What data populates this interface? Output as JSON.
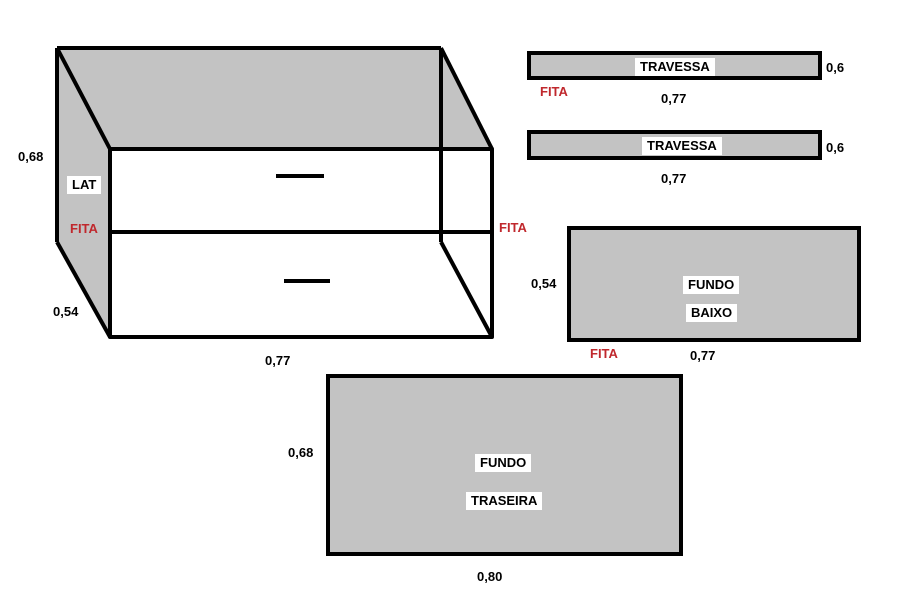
{
  "cabinet": {
    "height": "0,68",
    "depth": "0,54",
    "width": "0,77",
    "side_label": "LAT",
    "tape_left": "FITA",
    "tape_right": "FITA"
  },
  "crossbar_top": {
    "label": "TRAVESSA",
    "height": "0,6",
    "width": "0,77",
    "tape": "FITA"
  },
  "crossbar_second": {
    "label": "TRAVESSA",
    "height": "0,6",
    "width": "0,77"
  },
  "bottom_panel": {
    "label_line1": "FUNDO",
    "label_line2": "BAIXO",
    "height": "0,54",
    "width": "0,77",
    "tape": "FITA"
  },
  "back_panel": {
    "label_line1": "FUNDO",
    "label_line2": "TRASEIRA",
    "height": "0,68",
    "width": "0,80"
  },
  "colors": {
    "panel": "#c3c3c3",
    "outline": "#000000",
    "tape": "#c0282d",
    "background": "#ffffff"
  }
}
